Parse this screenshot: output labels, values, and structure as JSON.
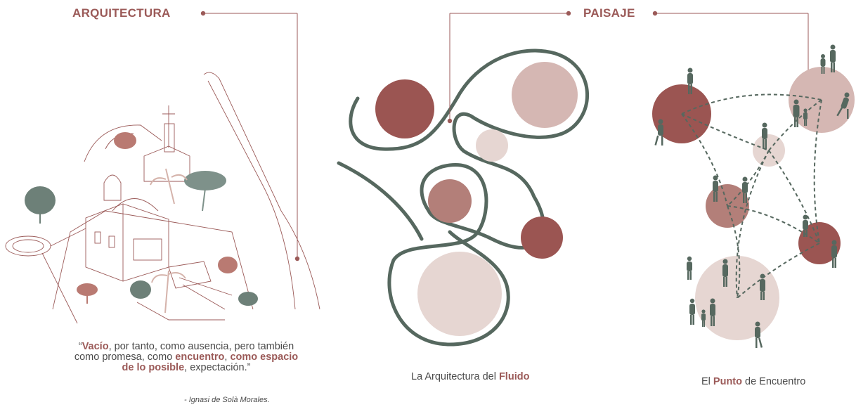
{
  "headers": {
    "arquitectura": "ARQUITECTURA",
    "paisaje": "PAISAJE"
  },
  "quote": {
    "open_mark": "“",
    "w1": "Vacío",
    "t1": ", por tanto, como ausencia, pero también como promesa, como ",
    "w2": "encuentro",
    "t2": ", ",
    "w3": "como espacio de lo posible",
    "t3": ", expectación.",
    "close_mark": "”",
    "author": "- Ignasi de Solà Morales."
  },
  "captions": {
    "fluido": {
      "pre": "La Arquitectura del ",
      "bold": "Fluido"
    },
    "punto": {
      "pre": "El ",
      "bold": "Punto",
      "post": " de Encuentro"
    }
  },
  "colors": {
    "dark_red": "#9b5552",
    "mid_rose": "#b37f79",
    "light_rose": "#d5b7b3",
    "pale_rose": "#e6d6d2",
    "green_gray": "#56685f",
    "line_red": "#9b5a58"
  }
}
